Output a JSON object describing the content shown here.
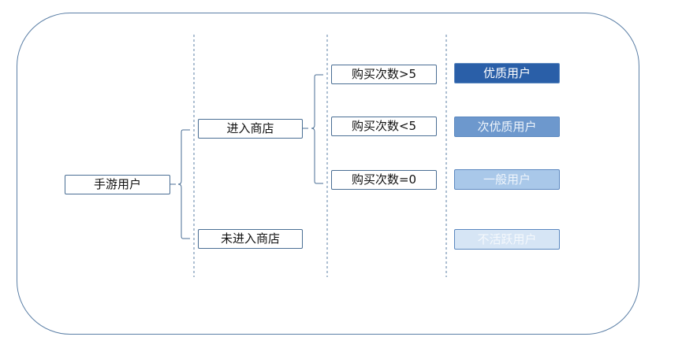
{
  "root": {
    "label": "手游用户"
  },
  "level1": [
    {
      "label": "进入商店"
    },
    {
      "label": "未进入商店"
    }
  ],
  "level2": [
    {
      "label": "购买次数>5"
    },
    {
      "label": "购买次数<5"
    },
    {
      "label": "购买次数=0"
    }
  ],
  "tags": [
    {
      "label": "优质用户",
      "fill": "#2a5fa8",
      "text_color": "#ffffff"
    },
    {
      "label": "次优质用户",
      "fill": "#6d98cd",
      "text_color": "#eef4fb"
    },
    {
      "label": "一般用户",
      "fill": "#a9c8e9",
      "text_color": "#eef4fb"
    },
    {
      "label": "不活跃用户",
      "fill": "#d6e5f5",
      "text_color": "#f4f8fc"
    }
  ],
  "colors": {
    "frame": "#5b7fa6",
    "connector": "#4a6e94",
    "divider": "#5b7fa6"
  }
}
